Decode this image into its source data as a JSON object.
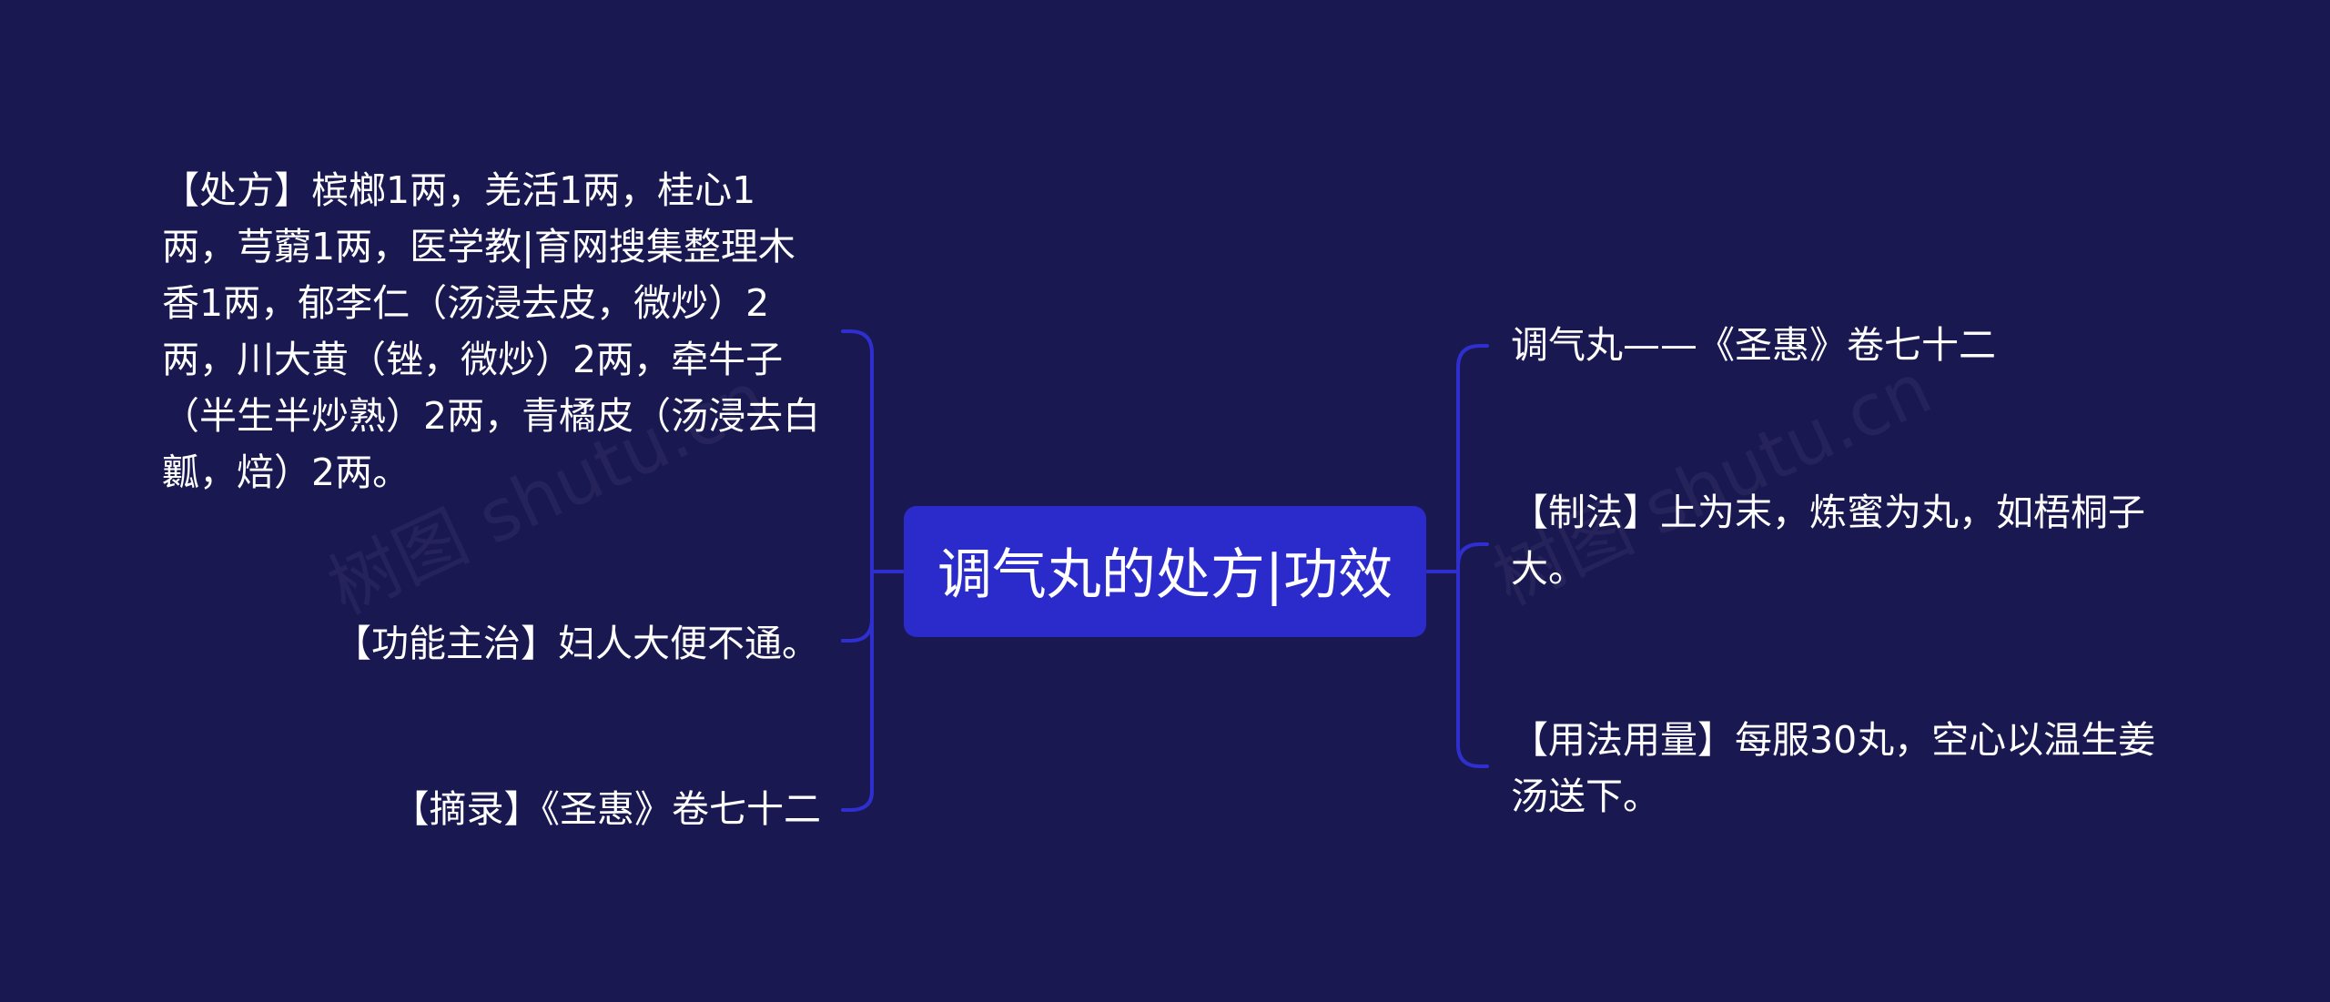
{
  "center": {
    "label": "调气丸的处方|功效"
  },
  "left_nodes": {
    "formula": "【处方】槟榔1两，羌活1两，桂心1两，芎藭1两，医学教|育网搜集整理木香1两，郁李仁（汤浸去皮，微炒）2两，川大黄（锉，微炒）2两，牵牛子（半生半炒熟）2两，青橘皮（汤浸去白瓤，焙）2两。",
    "function": "【功能主治】妇人大便不通。",
    "source": "【摘录】《圣惠》卷七十二"
  },
  "right_nodes": {
    "title_ref": "调气丸——《圣惠》卷七十二",
    "preparation": "【制法】上为末，炼蜜为丸，如梧桐子大。",
    "usage": "【用法用量】每服30丸，空心以温生姜汤送下。"
  },
  "watermark": {
    "text": "树图 shutu.cn"
  },
  "colors": {
    "background": "#1a1851",
    "center_fill": "#2b2bcc",
    "connector": "#2f2fd0",
    "text": "#ffffff"
  }
}
